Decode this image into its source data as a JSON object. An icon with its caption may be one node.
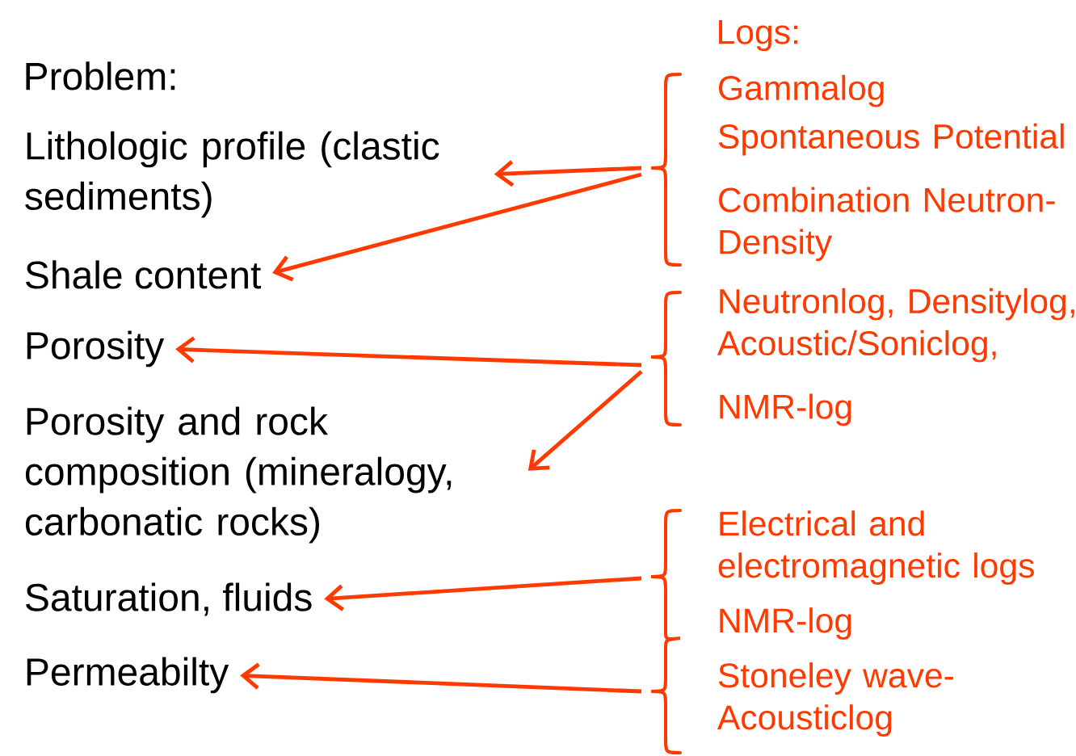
{
  "diagram": {
    "nodes": [
      {
        "text": [
          "Lithologic profile (clastic sediments)"
        ]
      },
      {
        "text": [
          "Shale content"
        ]
      },
      {
        "text": [
          "Porosity"
        ]
      },
      {
        "text": [
          "Porosity and rock composition (mineralogy, carbonatic rocks)"
        ]
      },
      {
        "text": [
          "Saturation, fluids"
        ]
      },
      {
        "text": [
          "Permeabilty"
        ]
      },
      {
        "text": [
          "Gammalog",
          "Spontaneous Potential",
          "Combination Neutron-Density"
        ]
      },
      {
        "text": [
          "Neutronlog, Densitylog, Acoustic/Soniclog,",
          "NMR-log"
        ]
      },
      {
        "text": [
          "Electrical and electromagnetic logs",
          "NMR-log",
          "Stoneley wave-Acousticlog"
        ]
      }
    ],
    "edges": [
      {
        "from": 6,
        "to": 0,
        "arrow": "to"
      },
      {
        "from": 6,
        "to": 1,
        "arrow": "to"
      },
      {
        "from": 7,
        "to": 2,
        "arrow": "to"
      },
      {
        "from": 7,
        "to": 3,
        "arrow": "to"
      },
      {
        "from": 8,
        "to": 4,
        "arrow": "to"
      },
      {
        "from": 8,
        "to": 5,
        "arrow": "to"
      }
    ],
    "labels": [
      "Problem:",
      "Logs:"
    ]
  }
}
